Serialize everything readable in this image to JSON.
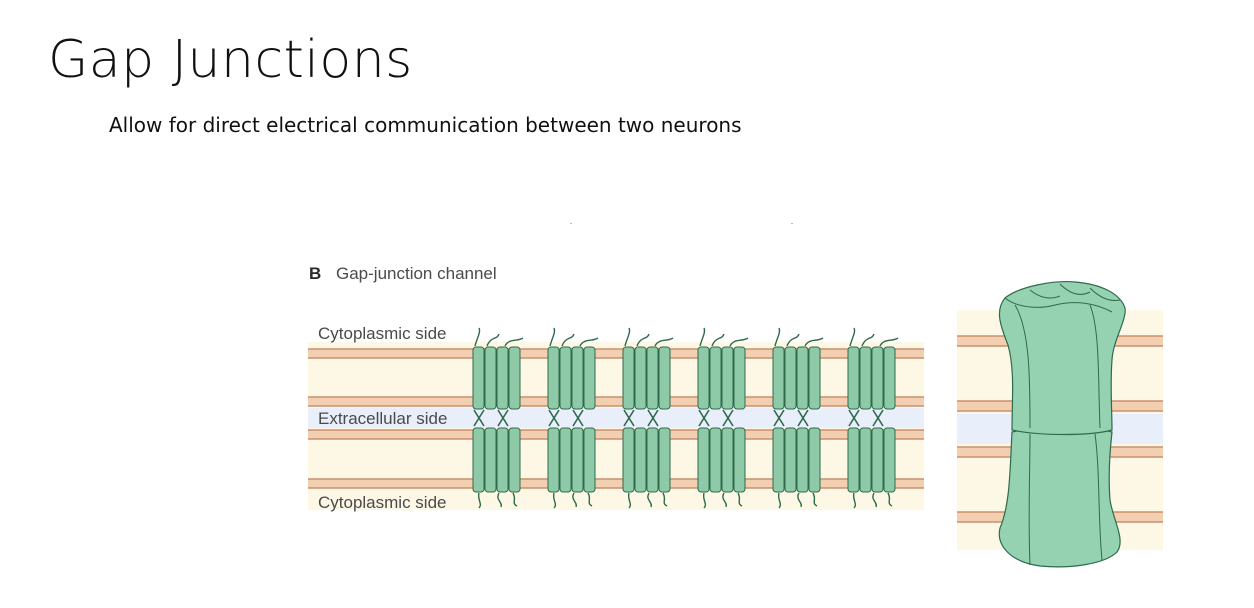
{
  "slide": {
    "title": "Gap Junctions",
    "subtitle": "Allow for direct electrical communication between two neurons"
  },
  "figure": {
    "panel_letter": "B",
    "panel_title": "Gap-junction channel",
    "labels": {
      "top": "Cytoplasmic side",
      "middle": "Extracellular side",
      "bottom": "Cytoplasmic side"
    },
    "colors": {
      "membrane_stripe": "#f3cfb2",
      "membrane_edge": "#c98f6f",
      "cytoplasm": "#fdf8e6",
      "extracellular": "#e8eefa",
      "protein_fill": "#8fcaa8",
      "protein_stroke": "#2f6a4b",
      "channel_fill": "#95d2b1"
    }
  }
}
